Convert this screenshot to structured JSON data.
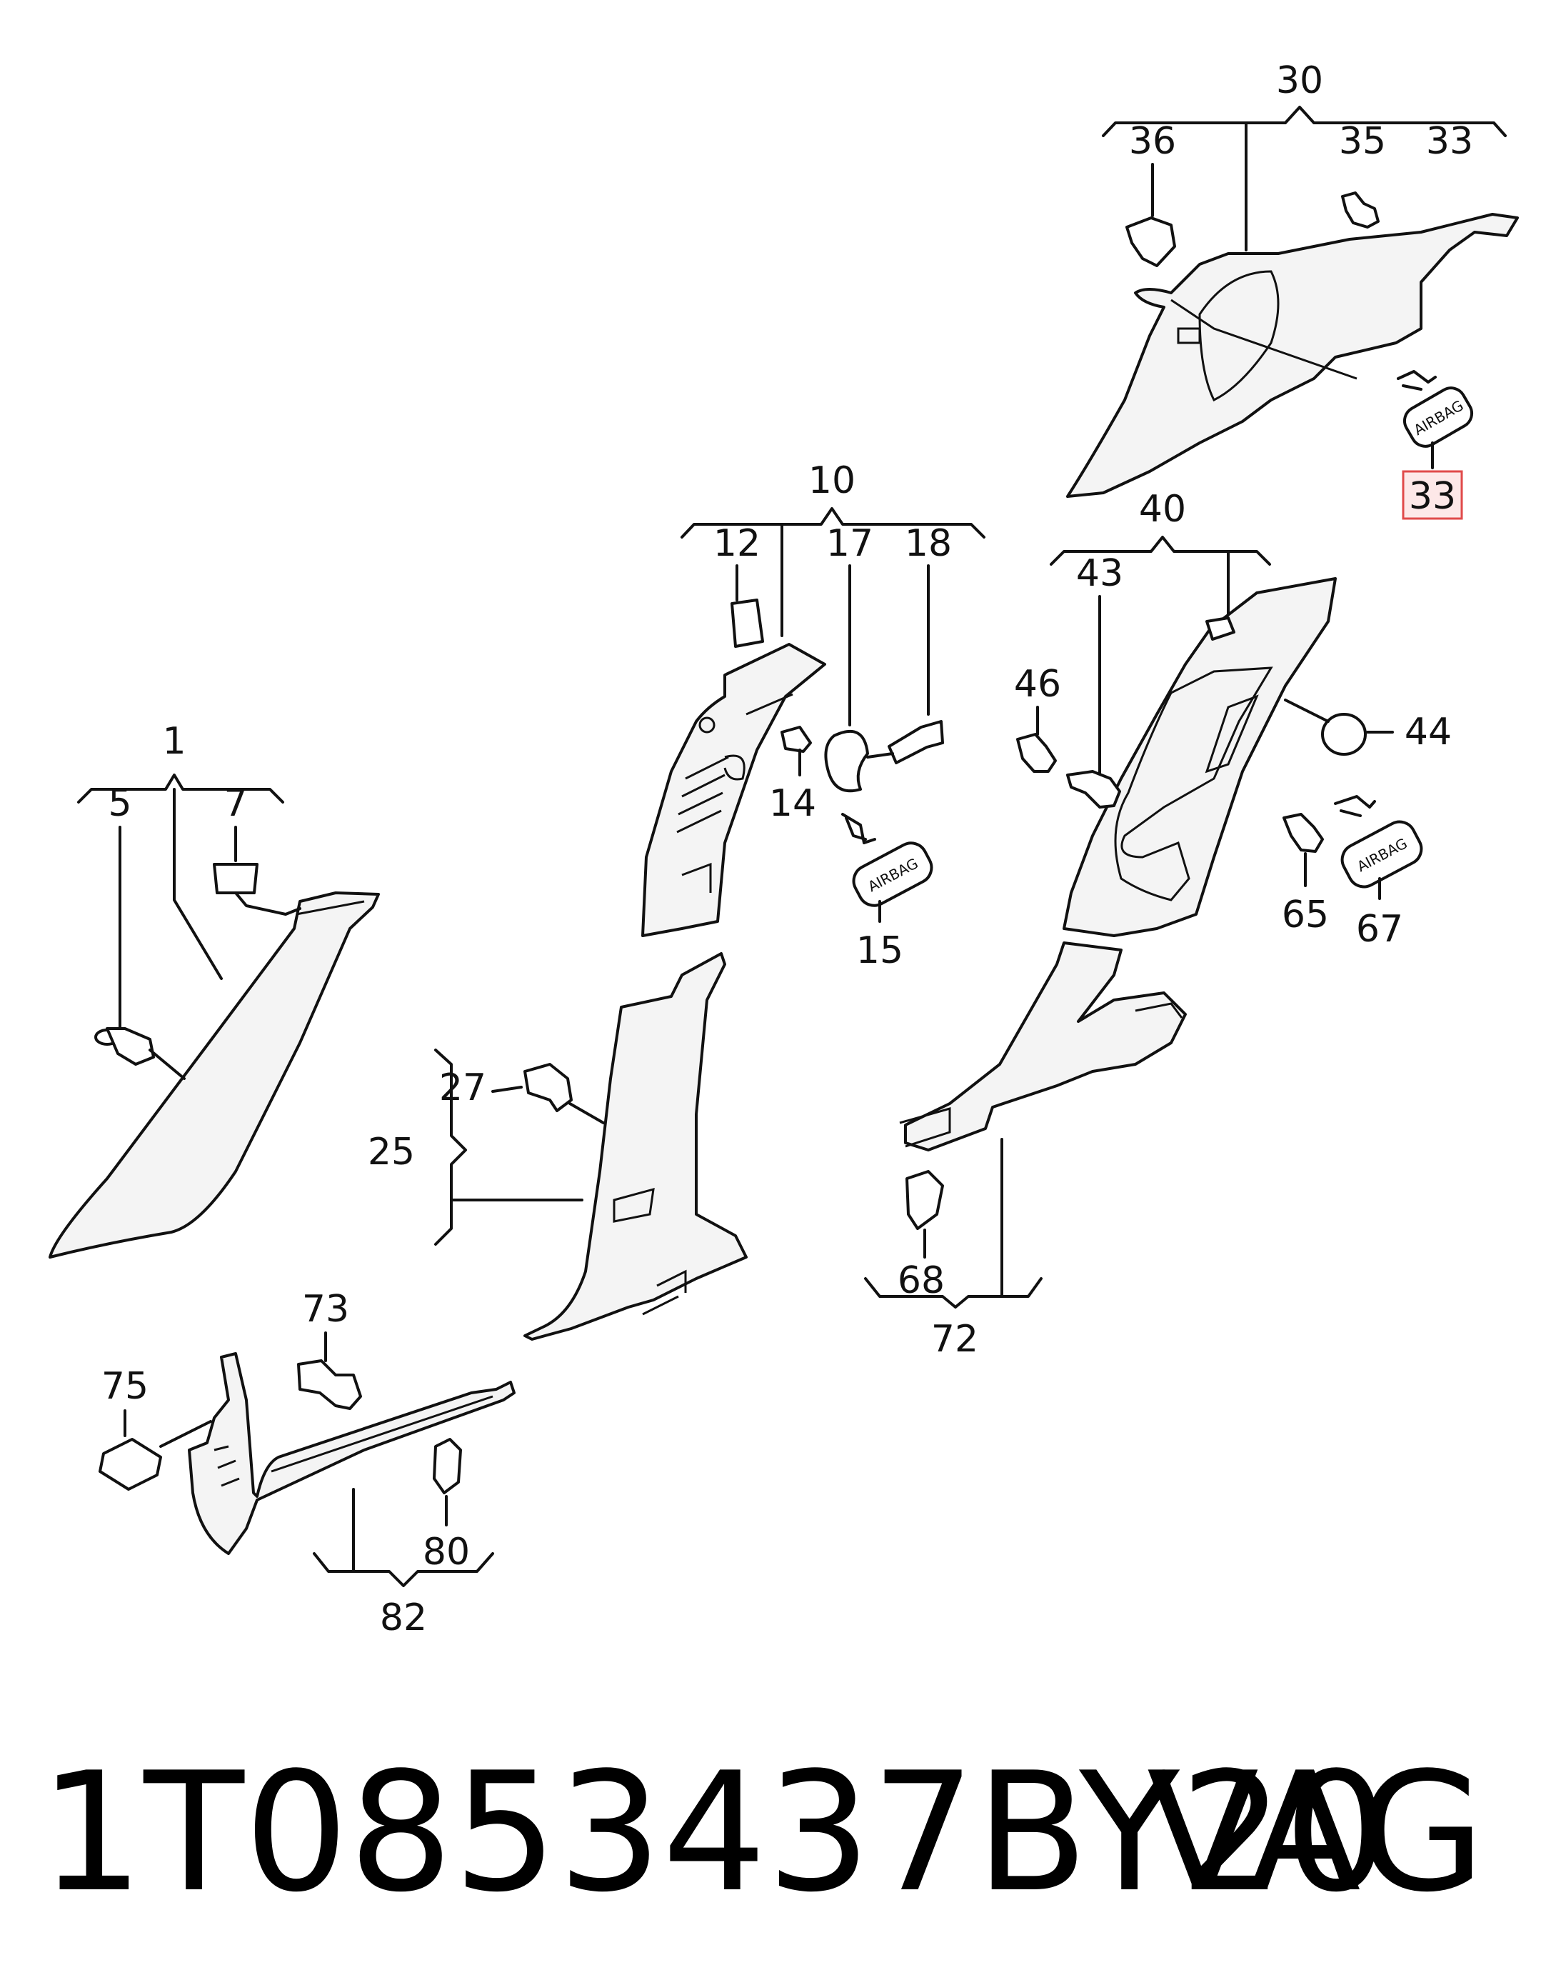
{
  "footer": {
    "part_number": "1T0853437BY20",
    "brand": "VAG"
  },
  "highlighted_callout": "33",
  "callouts": [
    {
      "id": "c1",
      "text": "1"
    },
    {
      "id": "c5",
      "text": "5"
    },
    {
      "id": "c7",
      "text": "7"
    },
    {
      "id": "c10",
      "text": "10"
    },
    {
      "id": "c12",
      "text": "12"
    },
    {
      "id": "c17",
      "text": "17"
    },
    {
      "id": "c18",
      "text": "18"
    },
    {
      "id": "c14",
      "text": "14"
    },
    {
      "id": "c15",
      "text": "15"
    },
    {
      "id": "c25",
      "text": "25"
    },
    {
      "id": "c27",
      "text": "27"
    },
    {
      "id": "c30",
      "text": "30"
    },
    {
      "id": "c36",
      "text": "36"
    },
    {
      "id": "c35",
      "text": "35"
    },
    {
      "id": "c33a",
      "text": "33"
    },
    {
      "id": "c33b",
      "text": "33"
    },
    {
      "id": "c40",
      "text": "40"
    },
    {
      "id": "c43",
      "text": "43"
    },
    {
      "id": "c44",
      "text": "44"
    },
    {
      "id": "c46",
      "text": "46"
    },
    {
      "id": "c65",
      "text": "65"
    },
    {
      "id": "c67",
      "text": "67"
    },
    {
      "id": "c68",
      "text": "68"
    },
    {
      "id": "c72",
      "text": "72"
    },
    {
      "id": "c73",
      "text": "73"
    },
    {
      "id": "c75",
      "text": "75"
    },
    {
      "id": "c80",
      "text": "80"
    },
    {
      "id": "c82",
      "text": "82"
    }
  ],
  "airbag_label": "AIRBAG",
  "colors": {
    "highlight_border": "#e04a4a",
    "highlight_fill": "#fde8e8",
    "ink": "#111111"
  }
}
